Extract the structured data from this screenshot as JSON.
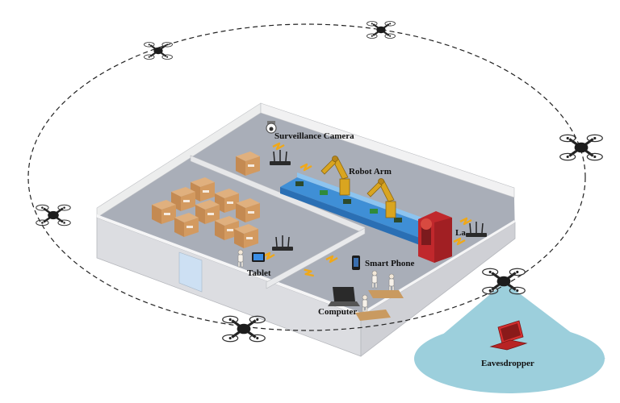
{
  "labels": {
    "surveillance_camera": "Surveillance Camera",
    "robot_arm": "Robot Arm",
    "laptop": "La",
    "smart_phone": "Smart Phone",
    "tablet": "Tablet",
    "computer": "Computer",
    "eavesdropper": "Eavesdropper"
  },
  "colors": {
    "floor": "#a9aeb8",
    "wall": "#e2e3e6",
    "conveyor": "#3f8fd6",
    "robot": "#d9a520",
    "box": "#c8915a",
    "link": "#f0a818",
    "eavesdropper_cone": "#9ccfdc",
    "machine_red": "#c0282c",
    "laptop_red": "#d63030"
  },
  "icons": [
    "drone-icon",
    "camera-icon",
    "router-icon",
    "box-icon",
    "robot-arm-icon",
    "laptop-icon",
    "tablet-icon",
    "smartphone-icon",
    "computer-icon",
    "person-icon"
  ]
}
